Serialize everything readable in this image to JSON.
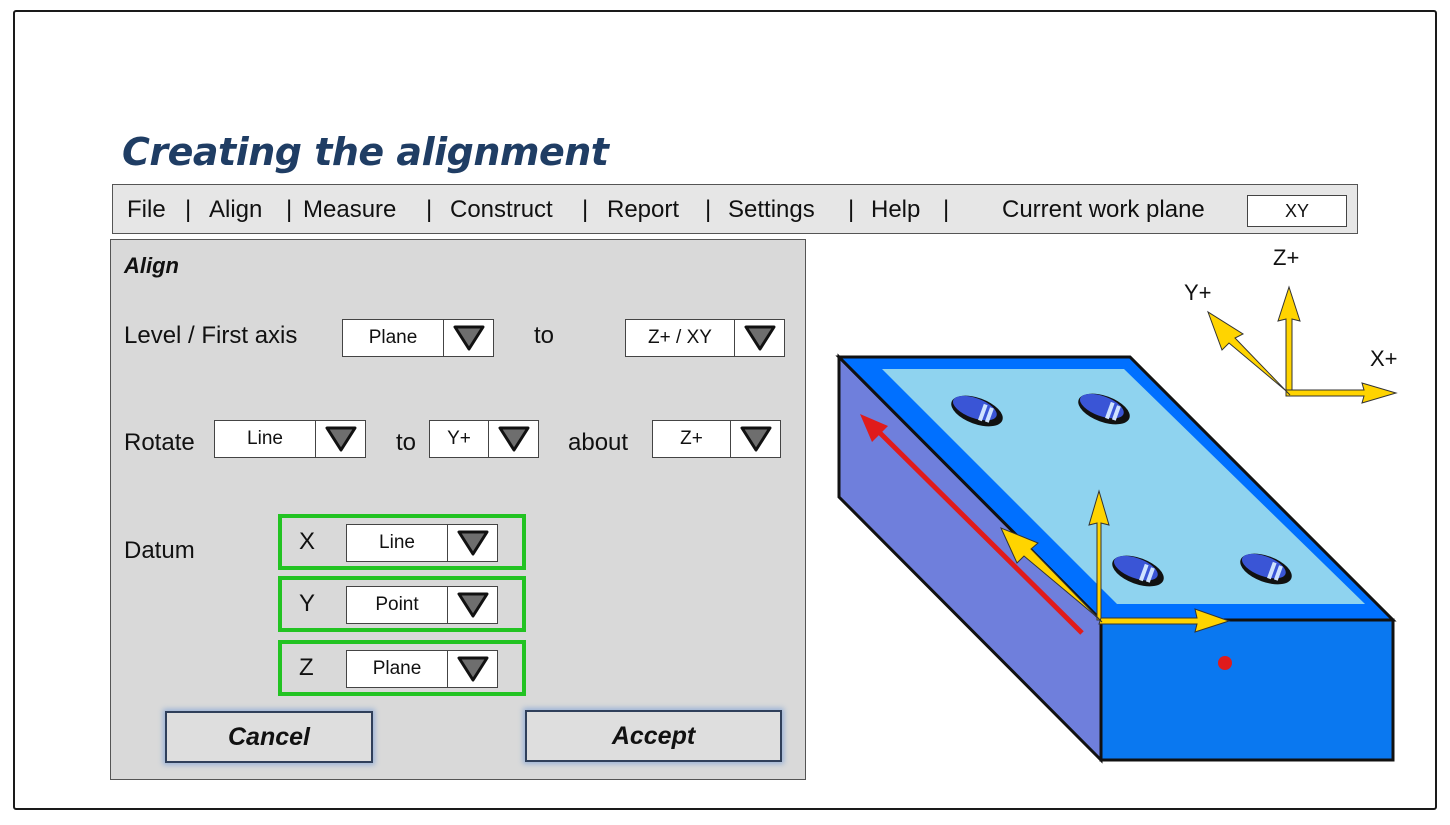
{
  "title": "Creating the alignment",
  "menu": {
    "items": [
      "File",
      "Align",
      "Measure",
      "Construct",
      "Report",
      "Settings",
      "Help"
    ],
    "work_plane_label": "Current work plane",
    "work_plane_value": "XY"
  },
  "align_panel": {
    "title": "Align",
    "level": {
      "label": "Level / First axis",
      "select": "Plane",
      "to_label": "to",
      "target": "Z+ / XY"
    },
    "rotate": {
      "label": "Rotate",
      "select": "Line",
      "to_label": "to",
      "target": "Y+",
      "about_label": "about",
      "about": "Z+"
    },
    "datum": {
      "label": "Datum",
      "rows": [
        {
          "axis": "X",
          "value": "Line"
        },
        {
          "axis": "Y",
          "value": "Point"
        },
        {
          "axis": "Z",
          "value": "Plane"
        }
      ]
    },
    "buttons": {
      "cancel": "Cancel",
      "accept": "Accept"
    }
  },
  "diagram": {
    "axis_labels": {
      "z": "Z+",
      "y": "Y+",
      "x": "X+"
    },
    "colors": {
      "top_frame": "#0070ff",
      "top_inner": "#8fd3ef",
      "left_face": "#6f7fdc",
      "front_face": "#0a78f0",
      "axis_arrow": "#ffd400",
      "red_arrow": "#e01b1b",
      "datum_point": "#e01b1b",
      "probe": "#3a55d6",
      "accent_green": "#22c322",
      "title_blue": "#1f3d64"
    }
  }
}
